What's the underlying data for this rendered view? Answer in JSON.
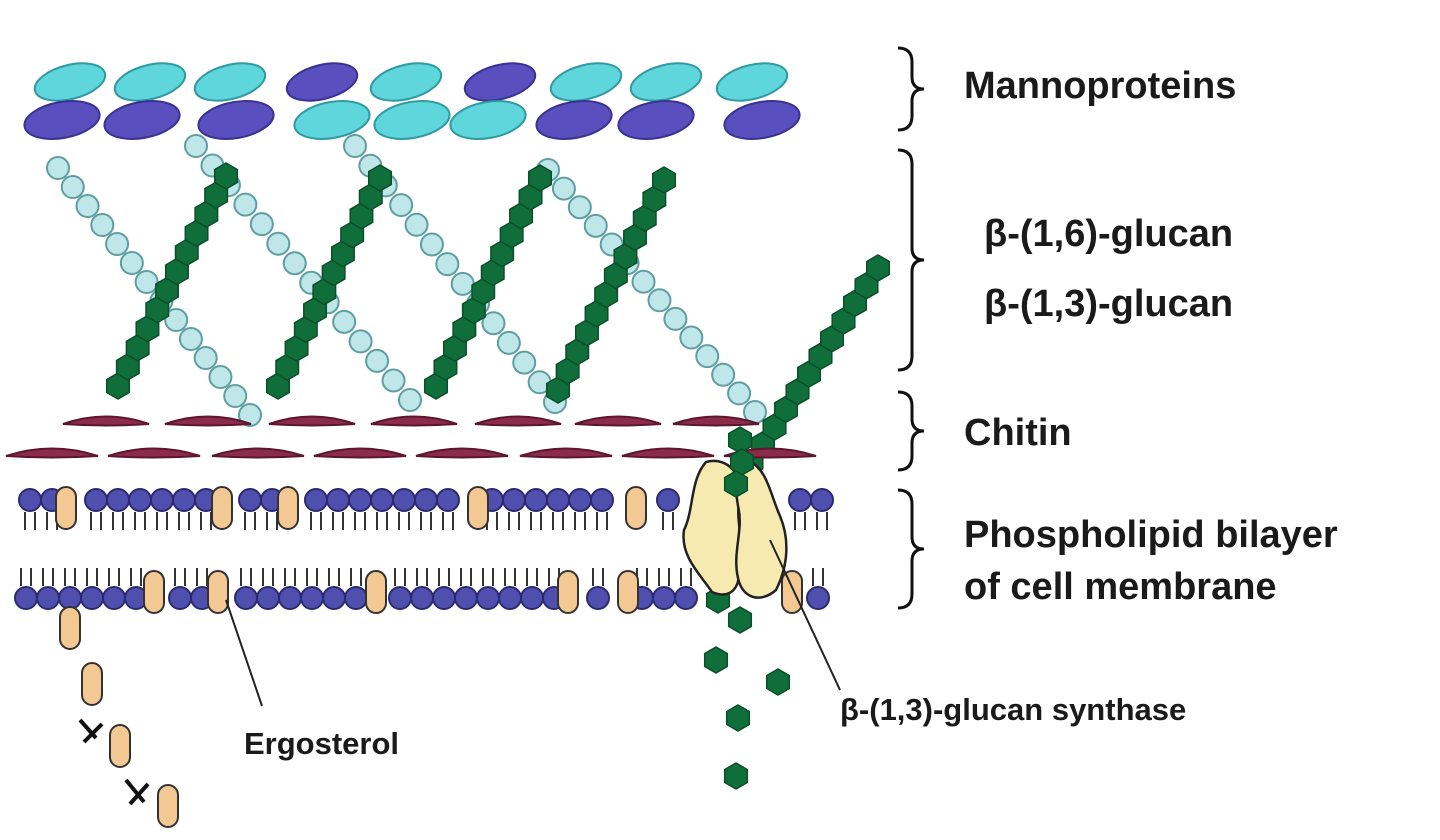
{
  "labels": {
    "mannoproteins": "Mannoproteins",
    "glucan16": "β-(1,6)-glucan",
    "glucan13": "β-(1,3)-glucan",
    "chitin": "Chitin",
    "bilayer_line1": "Phospholipid bilayer",
    "bilayer_line2": "of cell membrane",
    "synthase": "β-(1,3)-glucan synthase",
    "ergosterol": "Ergosterol"
  },
  "colors": {
    "mannoprotein_light": "#5fd6dc",
    "mannoprotein_dark": "#5a4fbf",
    "glucan16_bead": "#bfe6e8",
    "glucan13_hex": "#0f6e3a",
    "chitin": "#8a2c4a",
    "phospholipid_head": "#4f4fae",
    "ergosterol": "#f3c892",
    "synthase": "#f6eab0"
  }
}
